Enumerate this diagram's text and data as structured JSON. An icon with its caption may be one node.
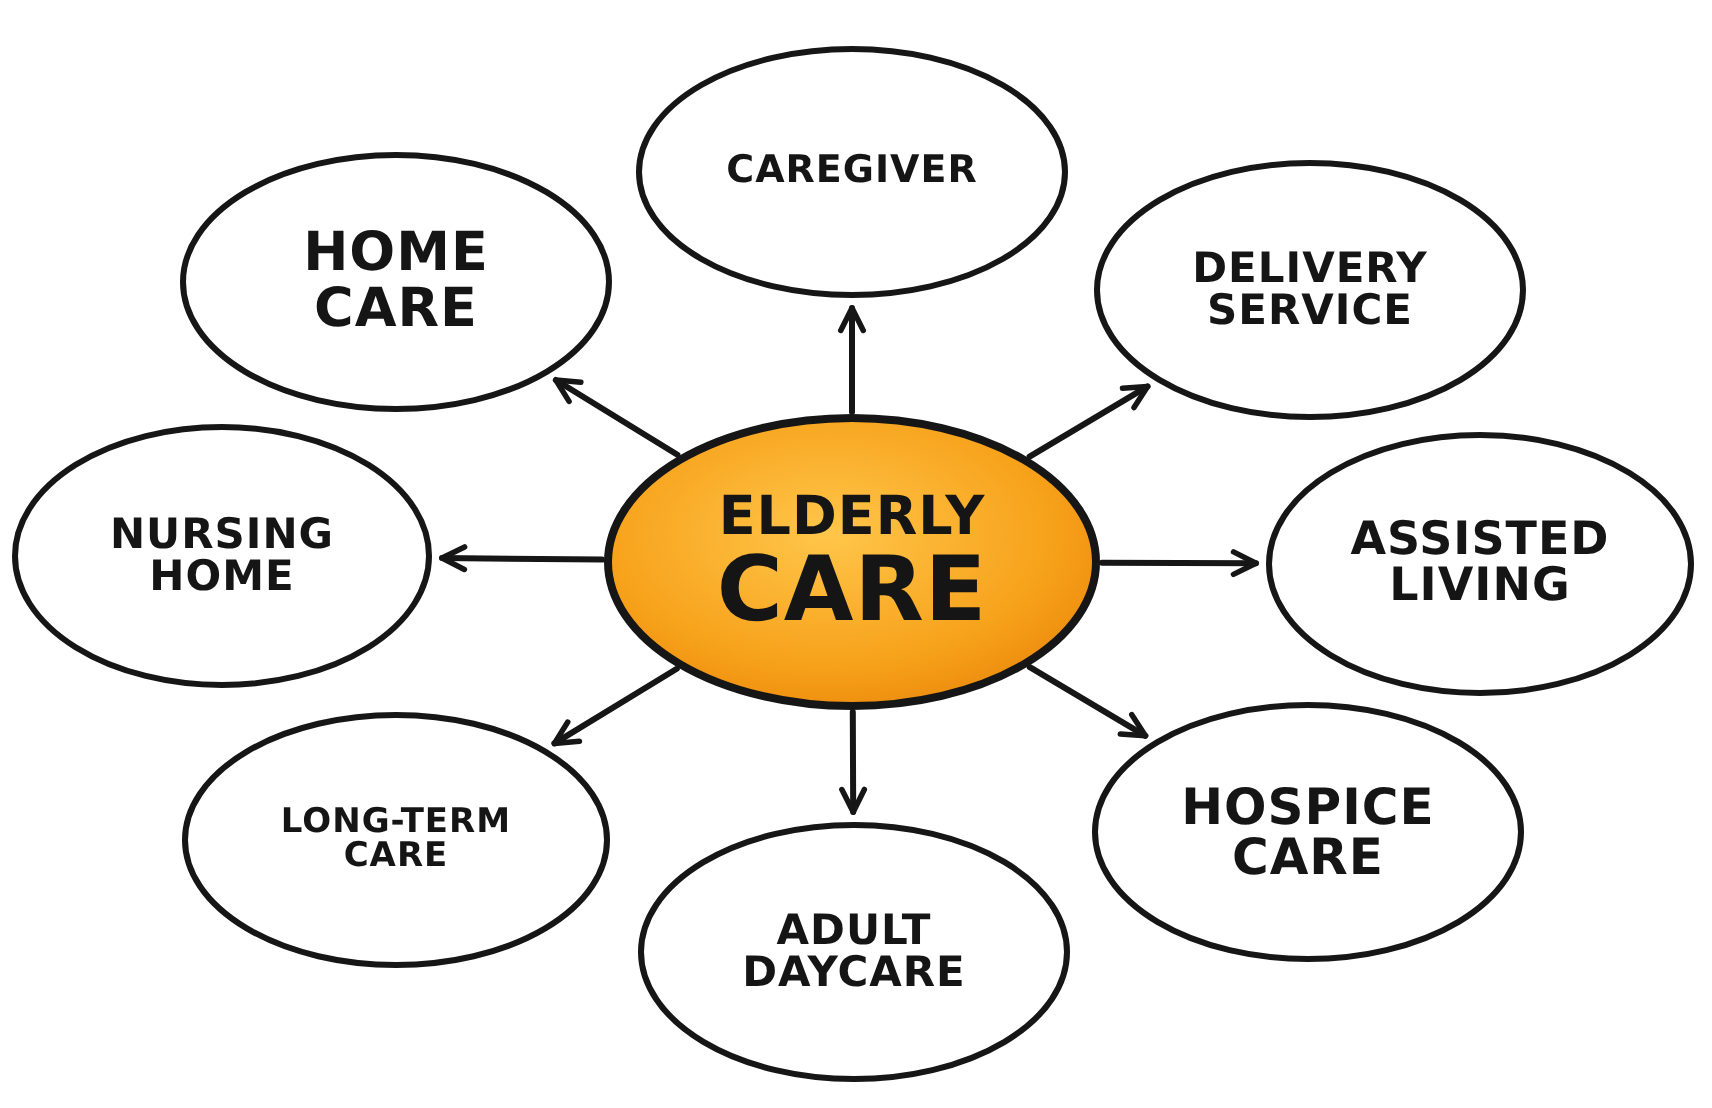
{
  "diagram": {
    "nodes": [
      {
        "text": [
          "CAREGIVER"
        ]
      },
      {
        "text": [
          "HOME CARE"
        ]
      },
      {
        "text": [
          "DELIVERY SERVICE"
        ]
      },
      {
        "text": [
          "NURSING HOME"
        ]
      },
      {
        "text": [
          "ELDERLY",
          "CARE"
        ]
      },
      {
        "text": [
          "ASSISTED LIVING"
        ]
      },
      {
        "text": [
          "LONG-TERM CARE"
        ]
      },
      {
        "text": [
          "HOSPICE CARE"
        ]
      },
      {
        "text": [
          "ADULT DAYCARE"
        ]
      }
    ],
    "edges": [
      {
        "from": 4,
        "to": 0,
        "arrow": "to"
      },
      {
        "from": 4,
        "to": 1,
        "arrow": "to"
      },
      {
        "from": 4,
        "to": 2,
        "arrow": "to"
      },
      {
        "from": 4,
        "to": 3,
        "arrow": "to"
      },
      {
        "from": 4,
        "to": 5,
        "arrow": "to"
      },
      {
        "from": 4,
        "to": 6,
        "arrow": "to"
      },
      {
        "from": 4,
        "to": 7,
        "arrow": "to"
      },
      {
        "from": 4,
        "to": 8,
        "arrow": "to"
      }
    ]
  }
}
